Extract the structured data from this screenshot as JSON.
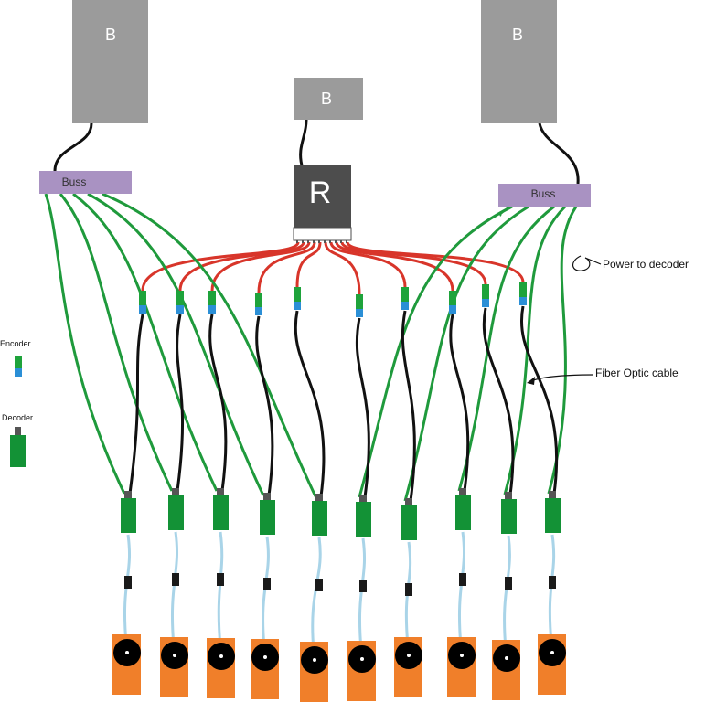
{
  "colors": {
    "battery": "#9b9b9b",
    "receiver": "#4d4d4d",
    "buss": "#a992c2",
    "green_wire": "#1f9a3c",
    "red_wire": "#d8352a",
    "black_wire": "#111111",
    "fiber": "#a9d4e8",
    "encoder_green": "#1ea33b",
    "encoder_blue": "#2b8fd6",
    "decoder_green": "#139236",
    "decoder_cap": "#555555",
    "servo": "#f07f2a"
  },
  "labels": {
    "battery_left": "B",
    "battery_center": "B",
    "battery_right": "B",
    "receiver": "R",
    "buss_left": "Buss",
    "buss_right": "Buss",
    "power_to_decoder": "Power to decoder",
    "fiber_optic_cable": "Fiber Optic cable"
  },
  "legend": {
    "encoder": "Encoder",
    "decoder": "Decoder"
  },
  "icons": {
    "battery": "gray-rectangle",
    "receiver": "dark-square-with-pins",
    "buss": "purple-bar",
    "encoder": "green-blue-plug",
    "decoder": "green-block-with-cap",
    "servo": "orange-box-with-disc",
    "arrow": "curved-arrow"
  }
}
